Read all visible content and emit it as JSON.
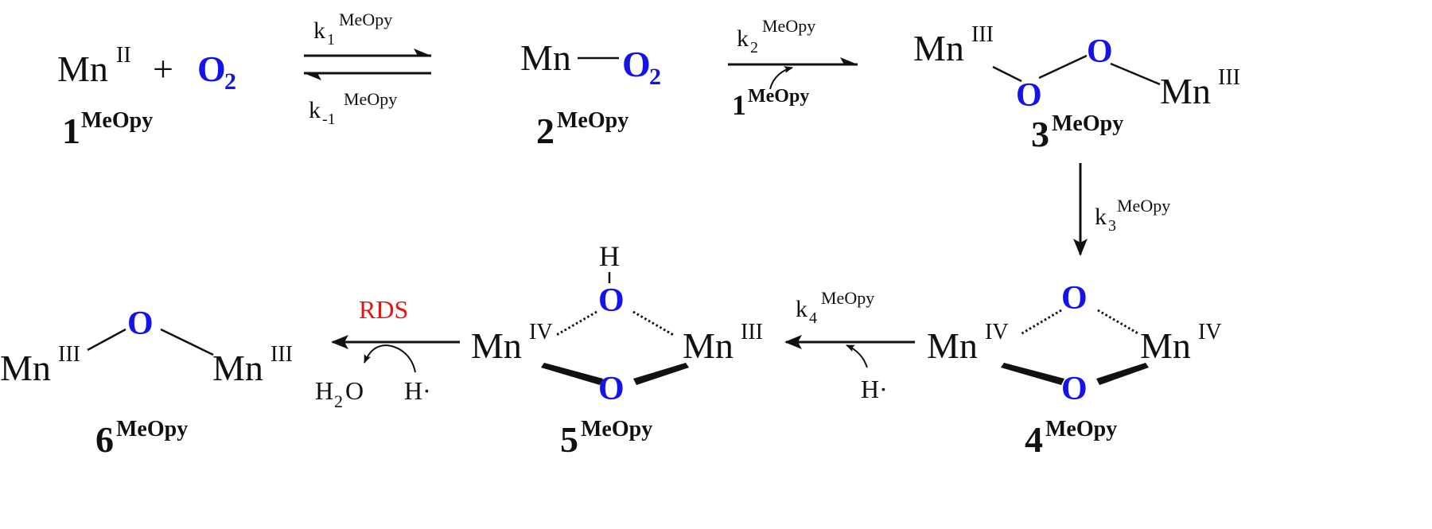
{
  "colors": {
    "ink": "#111111",
    "oxygen": "#1414e6",
    "rds": "#e61414"
  },
  "species": {
    "s1": {
      "mn": "Mn",
      "ox": "II",
      "plus": "+",
      "o2_main": "O",
      "o2_sub": "2",
      "num": "1",
      "sup": "MeOpy"
    },
    "s2": {
      "mn": "Mn",
      "o2_main": "O",
      "o2_sub": "2",
      "num": "2",
      "sup": "MeOpy"
    },
    "s3": {
      "mn_left": "Mn",
      "ox_left": "III",
      "o_a": "O",
      "o_b": "O",
      "mn_right": "Mn",
      "ox_right": "III",
      "num": "3",
      "sup": "MeOpy"
    },
    "s4": {
      "o_top": "O",
      "o_bottom": "O",
      "mn_left": "Mn",
      "ox_left": "IV",
      "mn_right": "Mn",
      "ox_right": "IV",
      "num": "4",
      "sup": "MeOpy"
    },
    "s5": {
      "h": "H",
      "o_top": "O",
      "o_bottom": "O",
      "mn_left": "Mn",
      "ox_left": "IV",
      "mn_right": "Mn",
      "ox_right": "III",
      "num": "5",
      "sup": "MeOpy"
    },
    "s6": {
      "o": "O",
      "mn_left": "Mn",
      "ox_left": "III",
      "mn_right": "Mn",
      "ox_right": "III",
      "num": "6",
      "sup": "MeOpy"
    }
  },
  "arrows": {
    "k1": {
      "k": "k",
      "sub": "1",
      "sup": "MeOpy"
    },
    "km1": {
      "k": "k",
      "sub": "-1",
      "sup": "MeOpy"
    },
    "k2": {
      "k": "k",
      "sub": "2",
      "sup": "MeOpy",
      "reagent_num": "1",
      "reagent_sup": "MeOpy"
    },
    "k3": {
      "k": "k",
      "sub": "3",
      "sup": "MeOpy"
    },
    "k4": {
      "k": "k",
      "sub": "4",
      "sup": "MeOpy",
      "reagent": "H·"
    },
    "rds": {
      "label": "RDS",
      "reagent": "H·",
      "product_main": "H",
      "product_sub": "2",
      "product_end": "O"
    }
  }
}
